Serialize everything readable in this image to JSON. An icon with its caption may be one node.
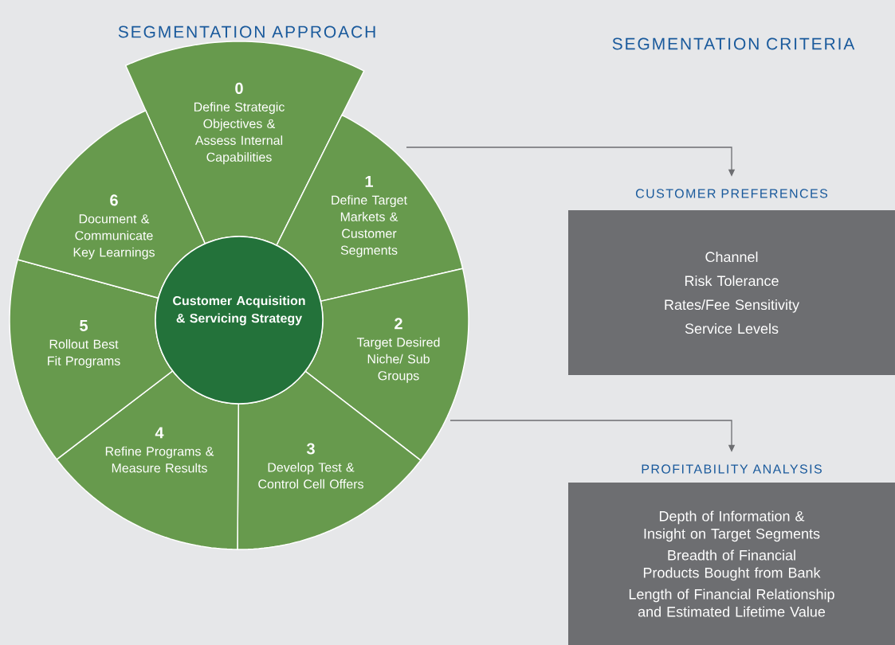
{
  "diagram": {
    "nodes": [
      {
        "text": [
          "0",
          "Define Strategic Objectives & Assess Internal Capabilities"
        ]
      },
      {
        "text": [
          "1",
          "Define Target Markets & Customer Segments"
        ]
      },
      {
        "text": [
          "2",
          "Target Desired Niche/ Sub Groups"
        ]
      },
      {
        "text": [
          "3",
          "Develop Test & Control Cell Offers"
        ]
      },
      {
        "text": [
          "4",
          "Refine Programs & Measure Results"
        ]
      },
      {
        "text": [
          "5",
          "Rollout Best Fit Programs"
        ]
      },
      {
        "text": [
          "6",
          "Document & Communicate Key Learnings"
        ]
      },
      {
        "text": [
          "Customer Acquisition & Servicing Strategy"
        ]
      },
      {
        "text": [
          "CUSTOMER PREFERENCES",
          "Channel",
          "Risk Tolerance",
          "Rates/Fee Sensitivity",
          "Service Levels"
        ]
      },
      {
        "text": [
          "PROFITABILITY ANALYSIS",
          "Depth of Information & Insight on Target Segments",
          "Breadth of Financial Products Bought from Bank",
          "Length of Financial Relationship and Estimated Lifetime Value"
        ]
      }
    ],
    "edges": [
      {
        "from": 1,
        "to": 8,
        "arrow": "to"
      },
      {
        "from": 2,
        "to": 9,
        "arrow": "to"
      }
    ],
    "labels": [
      "SEGMENTATION APPROACH",
      "SEGMENTATION CRITERIA"
    ]
  }
}
